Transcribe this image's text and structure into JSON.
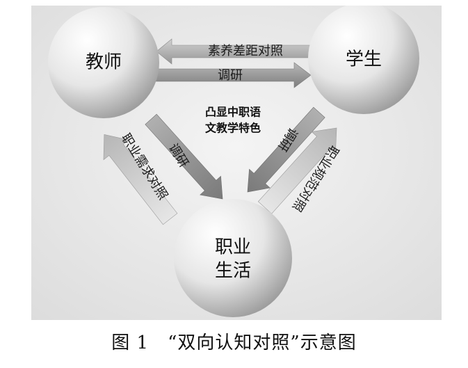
{
  "nodes": {
    "teacher": "教师",
    "student": "学生",
    "career_line1": "职业",
    "career_line2": "生活"
  },
  "arrows": {
    "student_to_teacher": "素养差距对照",
    "teacher_to_student": "调研",
    "teacher_to_career": "调研",
    "career_to_teacher": "职业需求对照",
    "student_to_career": "调研",
    "career_to_student": "职业规范对照"
  },
  "center": {
    "line1": "凸显中职语",
    "line2": "文教学特色"
  },
  "caption": "图 1　“双向认知对照”示意图",
  "colors": {
    "arrow_fill": "#a9a9a9",
    "background": "#ececec",
    "circle_light": "#ffffff",
    "circle_dark": "#b0b0b0"
  }
}
